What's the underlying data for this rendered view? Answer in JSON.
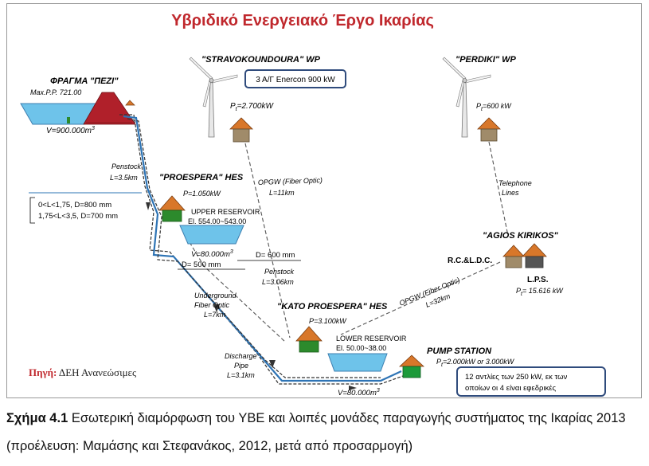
{
  "figure": {
    "title": "Υβριδικό Ενεργειακό Έργο Ικαρίας",
    "dam": {
      "name": "ΦΡΑΓΜΑ \"ΠΕΖΙ\"",
      "max_pp": "Max.P.P.  721.00",
      "volume_prefix": "V=900.000m",
      "volume_exp": "3"
    },
    "stravokoundoura": {
      "name": "\"STRAVOKOUNDOURA\" WP",
      "note": "3 Α/Γ Enercon 900 kW",
      "power_prefix": "P",
      "power_sub": "t",
      "power_value": "=2.700kW"
    },
    "perdiki": {
      "name": "\"PERDIKI\" WP",
      "power_prefix": "P",
      "power_sub": "t",
      "power_value": "=600 kW"
    },
    "penstock_upper": {
      "label": "Penstock",
      "length": "L=3.5km"
    },
    "pipe_legend": {
      "row1": "0<L<1,75,  D=800 mm",
      "row2": "1,75<L<3,5,  D=700 mm"
    },
    "proespera": {
      "name": "\"PROESPERA\" HES",
      "power": "P=1.050kW",
      "reservoir_label": "UPPER RESERVOIR",
      "elevation": "El.  554.00~543.00",
      "volume_prefix": "V=80.000m",
      "volume_exp": "3"
    },
    "opgw_top": {
      "label": "OPGW (Fiber Optic)",
      "length": "L=11km"
    },
    "telephone": {
      "label1": "Telephone",
      "label2": "Lines"
    },
    "agios_kirikos": {
      "name": "\"AGIOS KIRIKOS\"",
      "rcldc": "R.C.&L.D.C.",
      "lps": "L.P.S.",
      "power_prefix": "P",
      "power_sub": "t",
      "power_value": "= 15.616 kW"
    },
    "diameters": {
      "d600": "D= 600 mm",
      "d500": "D= 500 mm"
    },
    "penstock_lower": {
      "label": "Penstock",
      "length": "L=3.06km"
    },
    "underground": {
      "l1": "Underground",
      "l2": "Fiber Optic",
      "l3": "L=7km"
    },
    "opgw_bottom": {
      "label": "OPGW (Fiber Optic)",
      "length": "L=32km"
    },
    "kato": {
      "name": "\"KATO PROESPERA\" HES",
      "power": "P=3.100kW"
    },
    "lower_reservoir": {
      "label": "LOWER RESERVOIR",
      "elevation": "El.  50.00~38.00",
      "volume_prefix": "V=80.000m",
      "volume_exp": "3"
    },
    "pump_station": {
      "name": "PUMP STATION",
      "power_prefix": "P",
      "power_sub": "t",
      "power_value": "=2.000kW  or  3.000kW",
      "note1": "12 αντλίες των 250 kW, εκ των",
      "note2": "οποίων οι 4 είναι εφεδρικές"
    },
    "discharge": {
      "l1": "Discharge",
      "l2": "Pipe",
      "l3": "L=3.1km"
    },
    "source": {
      "label": "Πηγή:",
      "text": " ΔΕΗ Ανανεώσιμες"
    }
  },
  "caption": {
    "label": "Σχήμα 4.1",
    "text": "   Εσωτερική διαμόρφωση του ΥΒΕ και λοιπές μονάδες παραγωγής συστήματος της Ικαρίας 2013 (προέλευση: Μαμάσης και Στεφανάκος, 2012, μετά από προσαρμογή)"
  },
  "colors": {
    "title_red": "#c0282d",
    "water_blue": "#6ec3ea",
    "dam_red": "#b0202a",
    "house_orange": "#d8772a",
    "pipe_blue": "#2e74b5",
    "pipe_dark": "#333333",
    "box_border": "#2f4b7c",
    "pump_green": "#1c9a3a"
  }
}
